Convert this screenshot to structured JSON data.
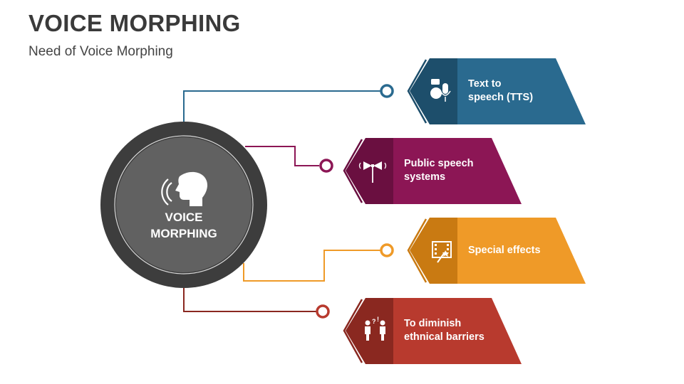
{
  "header": {
    "title": "VOICE MORPHING",
    "subtitle": "Need of Voice Morphing"
  },
  "hub": {
    "line1": "VOICE",
    "line2": "MORPHING",
    "icon": "speaking-head-icon"
  },
  "items": [
    {
      "label_1": "Text to",
      "label_2": "speech (TTS)",
      "color": "#2a6a8f",
      "dark": "#1d4e6b",
      "icon": "speech-microphone-icon"
    },
    {
      "label_1": "Public speech",
      "label_2": "systems",
      "color": "#8c1655",
      "dark": "#6a0f40",
      "icon": "loudspeaker-icon"
    },
    {
      "label_1": "Special effects",
      "label_2": "",
      "color": "#ef9a28",
      "dark": "#c97a12",
      "icon": "film-magic-wand-icon"
    },
    {
      "label_1": "To diminish",
      "label_2": "ethnical barriers",
      "color": "#b83a2e",
      "dark": "#8a2820",
      "icon": "people-talking-icon"
    }
  ]
}
